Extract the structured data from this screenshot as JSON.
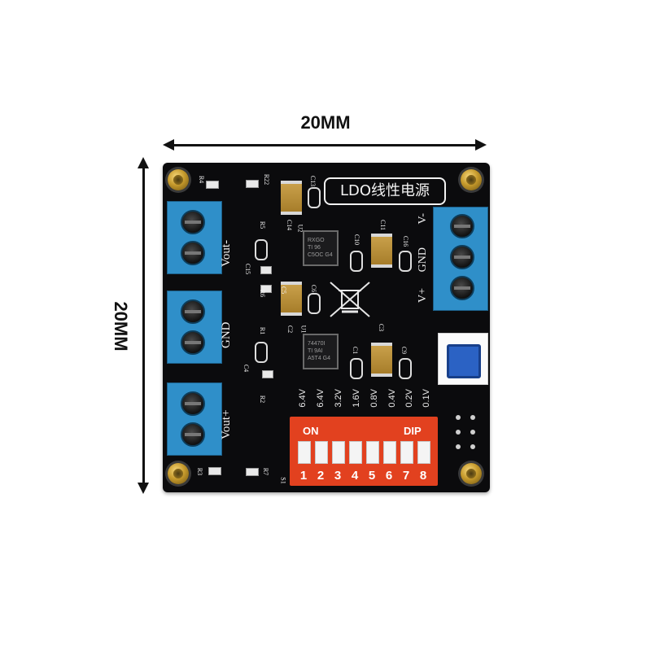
{
  "dimensions": {
    "width_label": "20MM",
    "height_label": "20MM"
  },
  "board": {
    "title": "LDO线性电源",
    "left_terminals": [
      {
        "label": "Vout-"
      },
      {
        "label": "GND"
      },
      {
        "label": "Vout+"
      }
    ],
    "right_terminal": {
      "labels": [
        "V+",
        "GND",
        "V-"
      ]
    },
    "silkscreen": [
      "R4",
      "R22",
      "C13",
      "C14",
      "U2",
      "R5",
      "C11",
      "C10",
      "C16",
      "C15",
      "R6",
      "C5",
      "C6",
      "C2",
      "U1",
      "R1",
      "C3",
      "C1",
      "C9",
      "C4",
      "R2",
      "R3",
      "R7",
      "S1"
    ],
    "chips": [
      {
        "marking": "RXGO\nTI 96\nC5OC G4"
      },
      {
        "marking": "74470I\nTI 9AI\nA5T4 G4"
      }
    ],
    "dip": {
      "on_label": "ON",
      "brand_label": "DIP",
      "voltages": [
        "6.4V",
        "6.4V",
        "3.2V",
        "1.6V",
        "0.8V",
        "0.4V",
        "0.2V",
        "0.1V"
      ],
      "numbers": [
        "1",
        "2",
        "3",
        "4",
        "5",
        "6",
        "7",
        "8"
      ]
    }
  },
  "colors": {
    "board": "#0b0b0d",
    "terminal": "#2f8fc9",
    "dip": "#e2411f",
    "button": "#2b62c4",
    "screw": "#c69a2c"
  }
}
